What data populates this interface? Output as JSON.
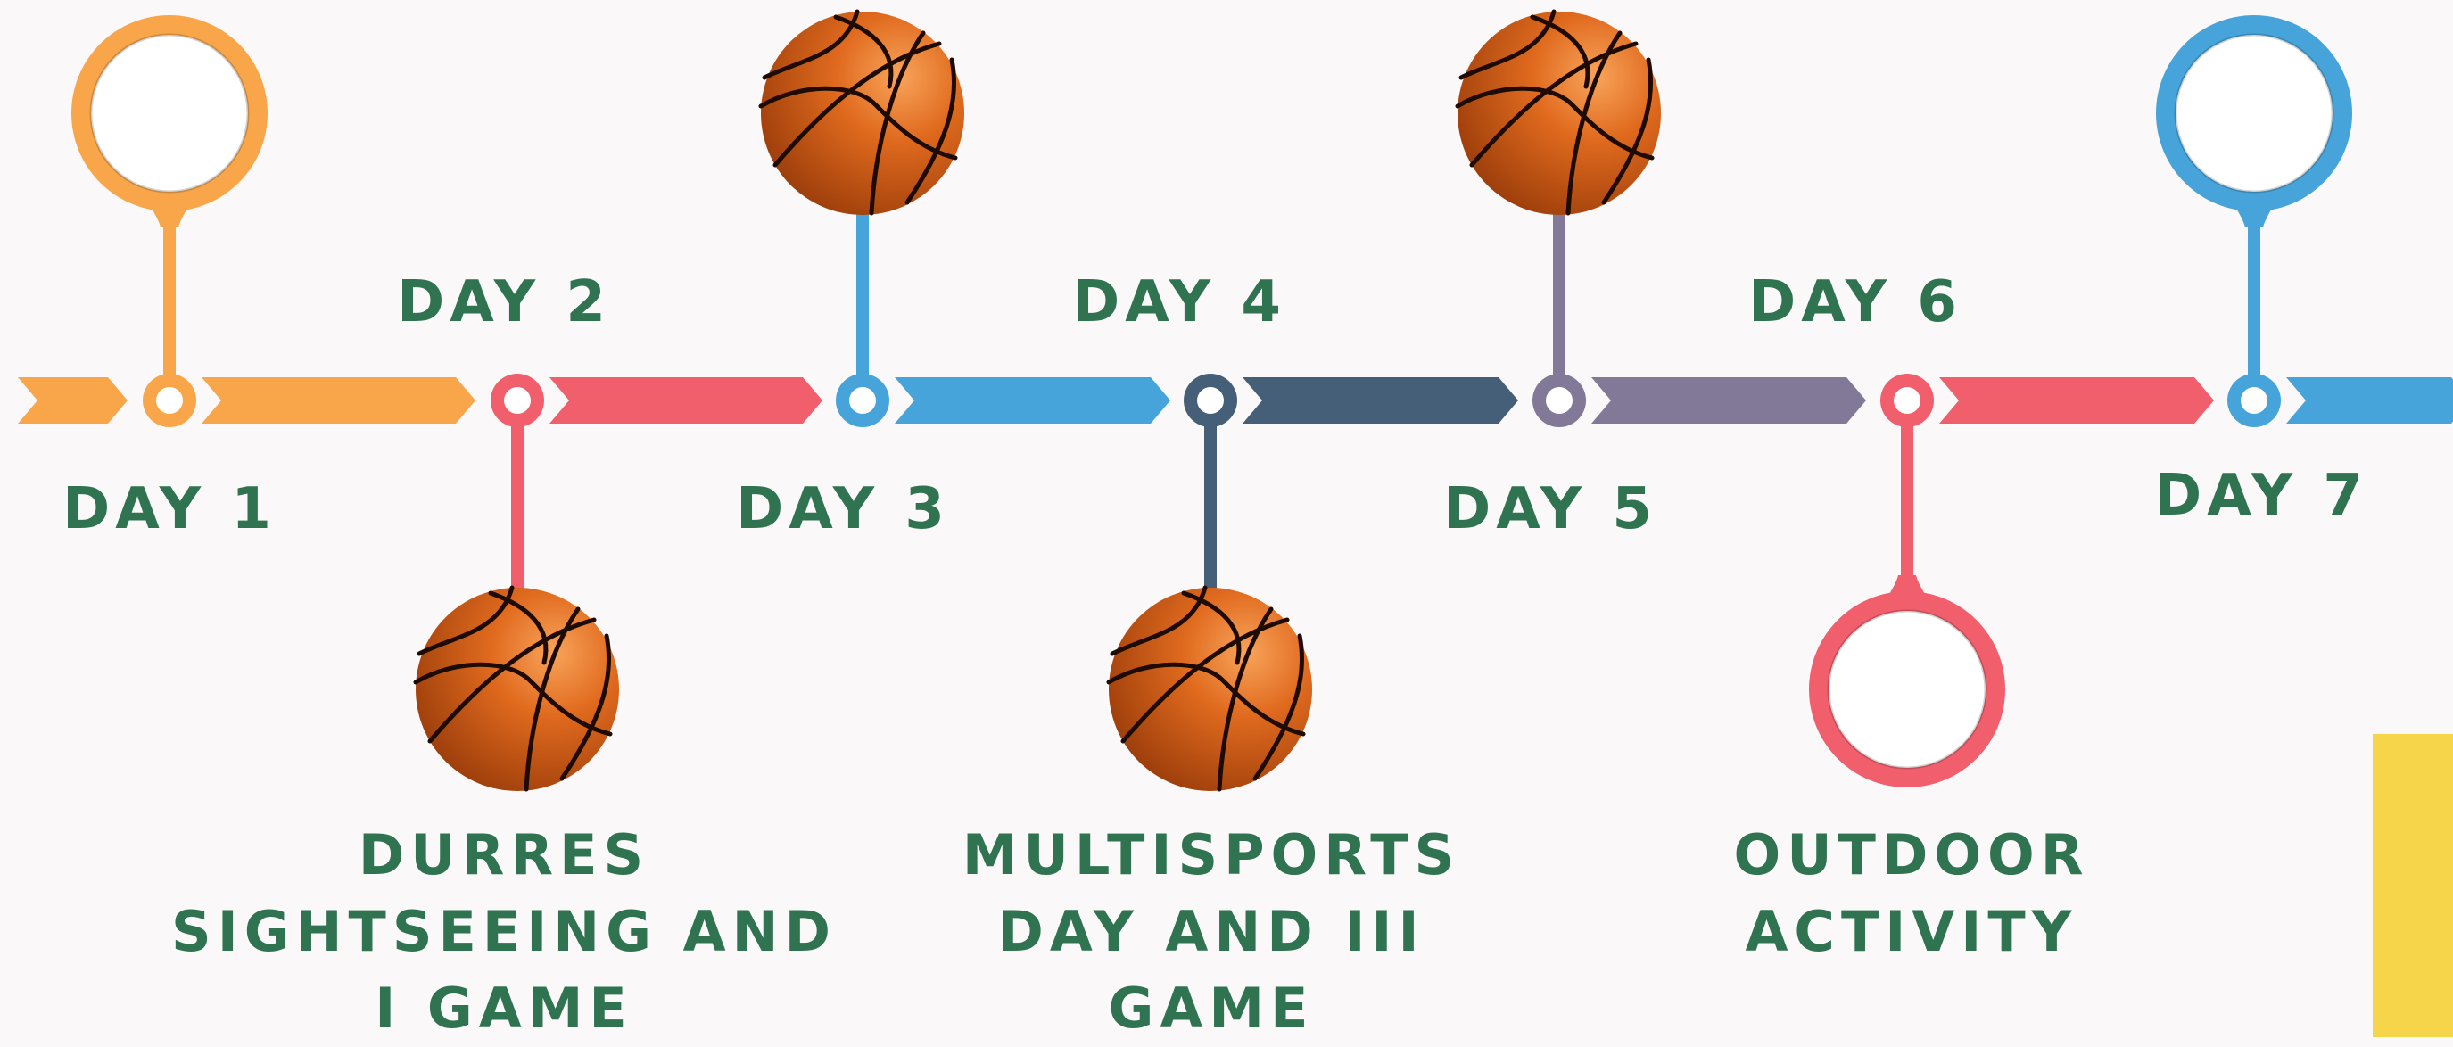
{
  "colors": {
    "orange": "#f9a64b",
    "red": "#f15e6c",
    "blue": "#46a4db",
    "navy": "#455f79",
    "purple": "#827897",
    "text": "#2f7350",
    "accent_yellow": "#f7d54a"
  },
  "days": [
    {
      "label": "DAY 1",
      "color": "orange",
      "marker": "empty-circle",
      "marker_side": "top"
    },
    {
      "label": "DAY 2",
      "color": "red",
      "marker": "basketball",
      "marker_side": "bottom",
      "description": [
        "DURRES",
        "SIGHTSEEING AND",
        "I GAME"
      ]
    },
    {
      "label": "DAY 3",
      "color": "blue",
      "marker": "basketball",
      "marker_side": "top"
    },
    {
      "label": "DAY 4",
      "color": "navy",
      "marker": "basketball",
      "marker_side": "bottom",
      "description": [
        "MULTISPORTS",
        "DAY AND III",
        "GAME"
      ]
    },
    {
      "label": "DAY 5",
      "color": "purple",
      "marker": "basketball",
      "marker_side": "top"
    },
    {
      "label": "DAY 6",
      "color": "red",
      "marker": "empty-circle",
      "marker_side": "bottom",
      "description": [
        "OUTDOOR",
        "ACTIVITY"
      ]
    },
    {
      "label": "DAY 7",
      "color": "blue",
      "marker": "empty-circle",
      "marker_side": "top"
    }
  ]
}
